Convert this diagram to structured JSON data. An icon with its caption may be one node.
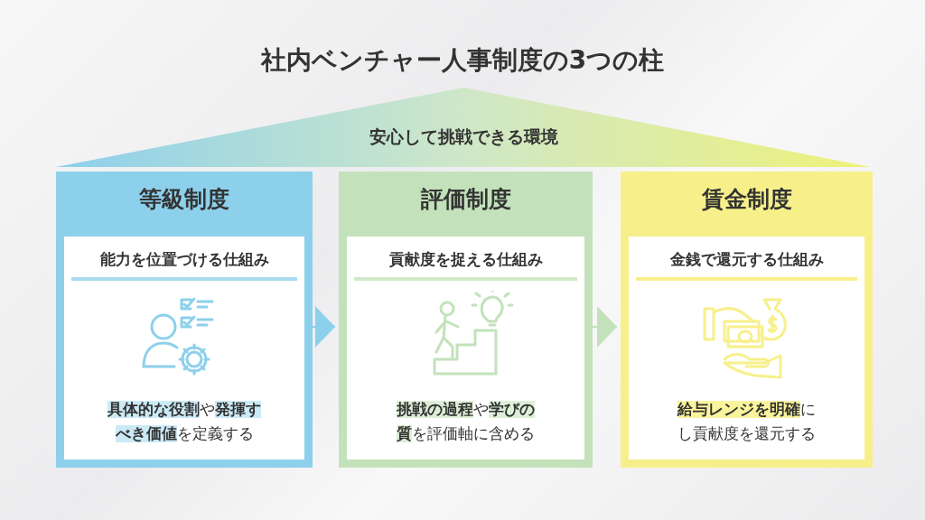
{
  "diagram": {
    "title": "社内ベンチャー人事制度の3つの柱",
    "nodes": [
      {
        "text": [
          "安心して挑戦できる環境"
        ]
      },
      {
        "text": [
          "等級制度",
          "能力を位置づける仕組み",
          "**具体的な役割**や**発揮すべき価値**を定義する"
        ]
      },
      {
        "text": [
          "評価制度",
          "貢献度を捉える仕組み",
          "**挑戦の過程**や**学びの質**を評価軸に含める"
        ]
      },
      {
        "text": [
          "賃金制度",
          "金銭で還元する仕組み",
          "**給与レンジを明確**にし貢献度を還元する"
        ]
      }
    ],
    "edges": [
      {
        "from": 1,
        "to": 2,
        "arrow": "to",
        "color": "#8dd0ec"
      },
      {
        "from": 2,
        "to": 3,
        "arrow": "to",
        "color": "#c3e2bb"
      }
    ]
  }
}
